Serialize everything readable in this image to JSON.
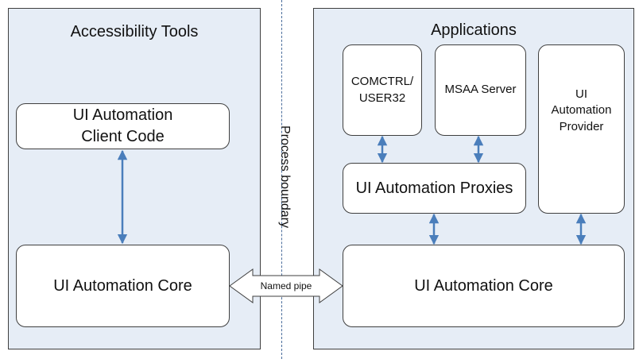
{
  "left_panel": {
    "title": "Accessibility Tools",
    "client_code_lines": [
      "UI Automation",
      "Client Code"
    ],
    "core_label": "UI Automation Core"
  },
  "right_panel": {
    "title": "Applications",
    "comctrl_lines": [
      "COMCTRL/",
      "USER32"
    ],
    "msaa_label": "MSAA Server",
    "provider_lines": [
      "UI",
      "Automation",
      "Provider"
    ],
    "proxies_label": "UI Automation Proxies",
    "core_label": "UI Automation Core"
  },
  "boundary": {
    "label": "Process boundary",
    "pipe_label": "Named pipe"
  },
  "colors": {
    "panel_fill": "#e6edf6",
    "arrow": "#4a7ebb",
    "divider": "#4a6d9c"
  }
}
